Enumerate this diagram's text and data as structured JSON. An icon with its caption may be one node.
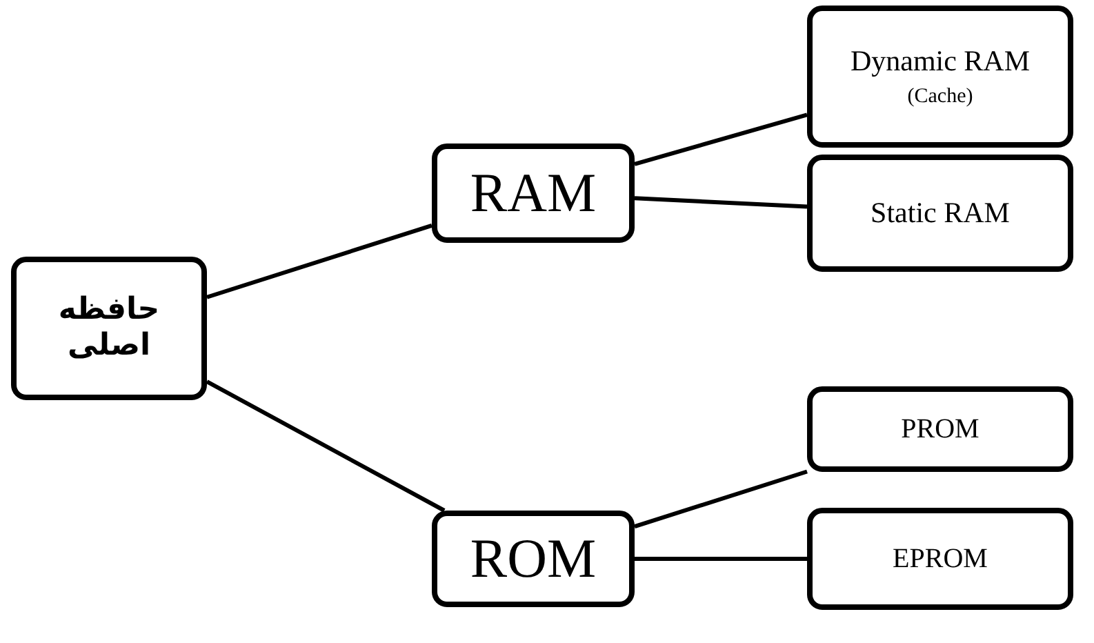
{
  "diagram": {
    "nodes": [
      {
        "text": [
          "حافظه اصلی"
        ]
      },
      {
        "text": [
          "RAM"
        ]
      },
      {
        "text": [
          "ROM"
        ]
      },
      {
        "text": [
          "Dynamic RAM",
          "(Cache)"
        ]
      },
      {
        "text": [
          "Static RAM"
        ]
      },
      {
        "text": [
          "PROM"
        ]
      },
      {
        "text": [
          "EPROM"
        ]
      }
    ],
    "edges": [
      {
        "from": 0,
        "to": 1,
        "arrow": "none"
      },
      {
        "from": 0,
        "to": 2,
        "arrow": "none"
      },
      {
        "from": 1,
        "to": 3,
        "arrow": "none"
      },
      {
        "from": 1,
        "to": 4,
        "arrow": "none"
      },
      {
        "from": 2,
        "to": 5,
        "arrow": "none"
      },
      {
        "from": 2,
        "to": 6,
        "arrow": "none"
      }
    ]
  }
}
